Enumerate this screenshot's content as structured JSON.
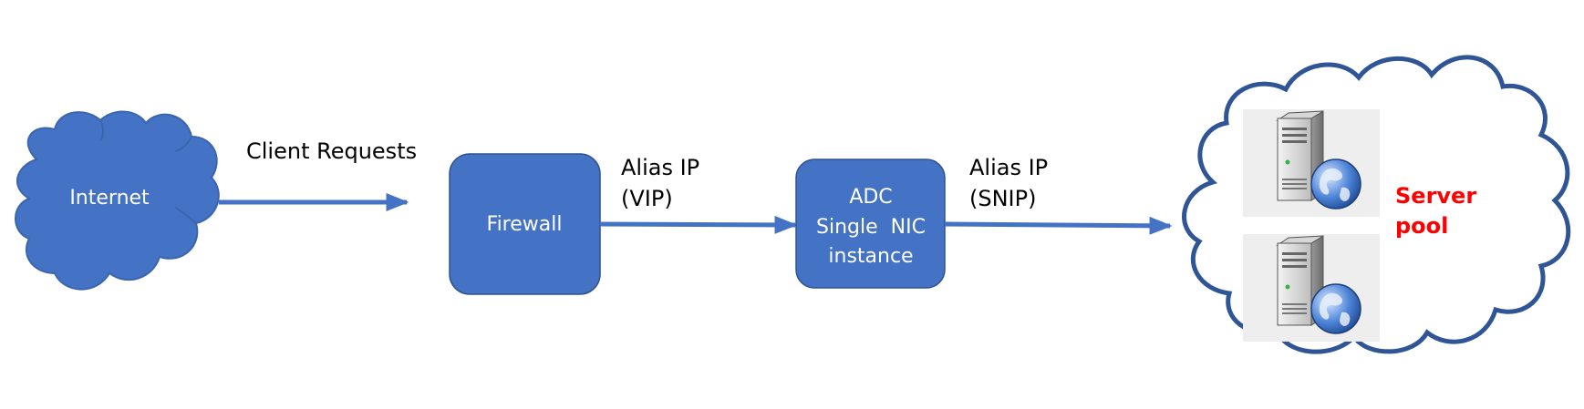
{
  "colors": {
    "node_fill": "#4472C4",
    "node_stroke": "#2F528F",
    "arrow": "#4472C4",
    "cloud_outline": "#2F5597",
    "server_pool_text": "#FF0000"
  },
  "nodes": {
    "internet": {
      "label": "Internet"
    },
    "firewall": {
      "label": "Firewall"
    },
    "adc": {
      "line1": "ADC",
      "line2": "Single  NIC",
      "line3": "instance"
    },
    "server_pool": {
      "line1": "Server",
      "line2": "pool",
      "icons": [
        "server-globe-icon",
        "server-globe-icon"
      ]
    }
  },
  "edges": {
    "client_requests": {
      "label": "Client Requests"
    },
    "alias_vip": {
      "line1": "Alias IP",
      "line2": "(VIP)"
    },
    "alias_snip": {
      "line1": "Alias IP",
      "line2": "(SNIP)"
    }
  }
}
